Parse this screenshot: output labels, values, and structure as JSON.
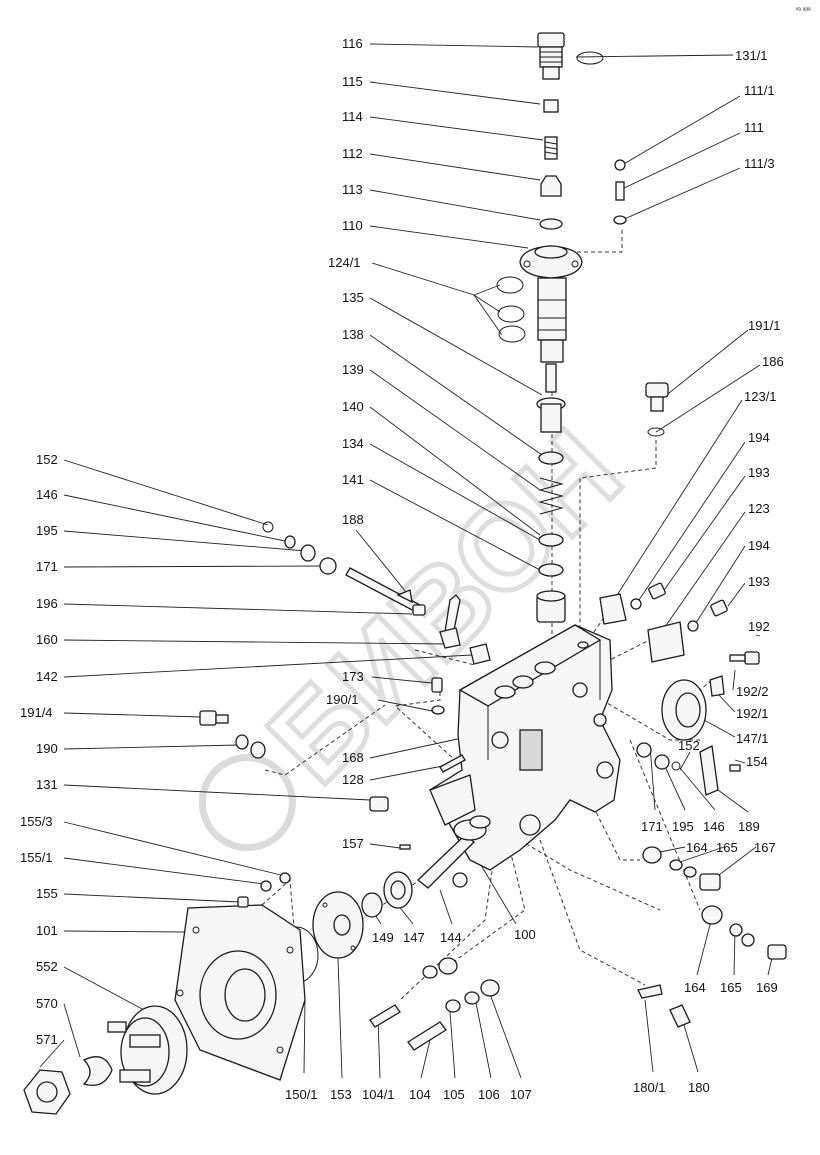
{
  "corner_mark": "ᵛᵃ ᵃᵃᵃ",
  "watermark_text": "БИВОН",
  "labels": {
    "l116": "116",
    "l115": "115",
    "l114": "114",
    "l112": "112",
    "l113": "113",
    "l110": "110",
    "l124_1": "124/1",
    "l135": "135",
    "l138": "138",
    "l139": "139",
    "l140": "140",
    "l134": "134",
    "l141": "141",
    "l188": "188",
    "l131_1": "131/1",
    "l111_1": "111/1",
    "l111": "111",
    "l111_3": "111/3",
    "l191_1": "191/1",
    "l186": "186",
    "l123_1": "123/1",
    "l194a": "194",
    "l193a": "193",
    "l123": "123",
    "l194b": "194",
    "l193b": "193",
    "l192": "192",
    "l192_2": "192/2",
    "l192_1": "192/1",
    "l147_1": "147/1",
    "l152a": "152",
    "l146a": "146",
    "l195a": "195",
    "l171a": "171",
    "l196": "196",
    "l160": "160",
    "l142": "142",
    "l173": "173",
    "l190_1": "190/1",
    "l191_4": "191/4",
    "l190": "190",
    "l168": "168",
    "l128": "128",
    "l131": "131",
    "l155_3": "155/3",
    "l155_1": "155/1",
    "l155": "155",
    "l157": "157",
    "l101": "101",
    "l552": "552",
    "l570": "570",
    "l571": "571",
    "l152b": "152",
    "l154": "154",
    "l171b": "171",
    "l195b": "195",
    "l146b": "146",
    "l189": "189",
    "l164a": "164",
    "l165a": "165",
    "l167": "167",
    "l164b": "164",
    "l165b": "165",
    "l169": "169",
    "l149": "149",
    "l147": "147",
    "l144": "144",
    "l100": "100",
    "l150_1": "150/1",
    "l153": "153",
    "l104_1": "104/1",
    "l104": "104",
    "l105": "105",
    "l106": "106",
    "l107": "107",
    "l180_1": "180/1",
    "l180": "180"
  }
}
